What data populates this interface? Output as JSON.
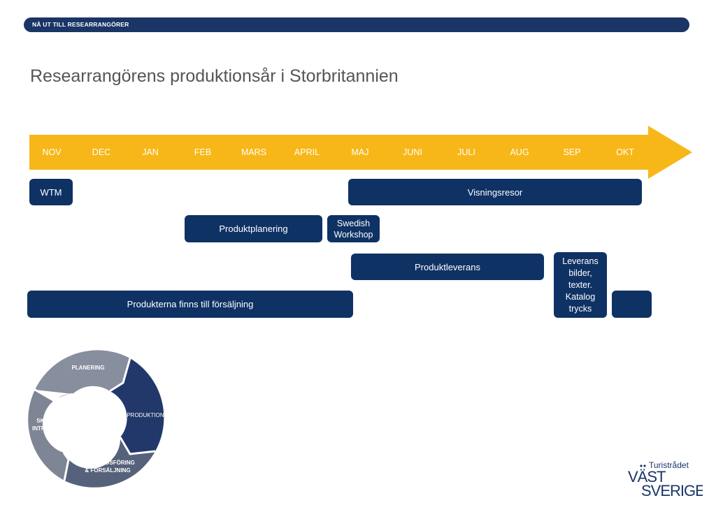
{
  "header": {
    "label": "NÅ UT TILL RESEARRANGÖRER"
  },
  "title": "Researrangörens produktionsår i Storbritannien",
  "months": [
    "NOV",
    "DEC",
    "JAN",
    "FEB",
    "MARS",
    "APRIL",
    "MAJ",
    "JUNI",
    "JULI",
    "AUG",
    "SEP",
    "OKT"
  ],
  "blocks": {
    "wtm": "WTM",
    "visningsresor": "Visningsresor",
    "produktplanering": "Produktplanering",
    "swedish_workshop_line1": "Swedish",
    "swedish_workshop_line2": "Workshop",
    "produktleverans": "Produktleverans",
    "leverans_line1": "Leverans",
    "leverans_line2": "bilder,",
    "leverans_line3": "texter.",
    "leverans_line4": "Katalog",
    "leverans_line5": "trycks",
    "forsaljning": "Produkterna finns till försäljning",
    "tail": ""
  },
  "cycle": {
    "planering": "PLANERING",
    "produktion": "PRODUKTION",
    "marknad_line1": "MARKNADSFÖRING",
    "marknad_line2": "& FÖRSÄLJNING",
    "skapa_line1": "SKAPA",
    "skapa_line2": "INTRESSE"
  },
  "logo": {
    "top": "Turistrådet",
    "line1": "VÄST",
    "line2": "SVERIGE"
  },
  "colors": {
    "navy": "#0f3264",
    "header": "#1a3566",
    "arrow": "#f7b718",
    "cycle_dark": "#22386b",
    "cycle_grey": "#7e8594",
    "cycle_light": "#8c93a2"
  }
}
